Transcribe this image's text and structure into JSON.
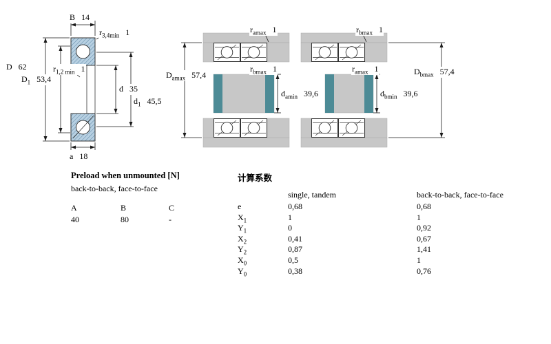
{
  "colors": {
    "bearing_ring_fill": "#b7d0e2",
    "hatch_line": "#5f87a5",
    "housing_gray": "#c7c7c7",
    "spacer_teal": "#4d8b96"
  },
  "single_bearing": {
    "dims": {
      "B": {
        "base": "B",
        "sub": "",
        "value": "14"
      },
      "r34": {
        "base": "r",
        "sub": "3,4min",
        "value": "1"
      },
      "D": {
        "base": "D",
        "sub": "",
        "value": "62"
      },
      "D1": {
        "base": "D",
        "sub": "1",
        "value": "53,4"
      },
      "r12": {
        "base": "r",
        "sub": "1,2 min",
        "value": "1"
      },
      "d": {
        "base": "d",
        "sub": "",
        "value": "35"
      },
      "d1": {
        "base": "d",
        "sub": "1",
        "value": "45,5"
      },
      "a": {
        "base": "a",
        "sub": "",
        "value": "18"
      }
    }
  },
  "arrangement1": {
    "dims": {
      "ramax": {
        "base": "r",
        "sub": "amax",
        "value": "1"
      },
      "Damax": {
        "base": "D",
        "sub": "amax",
        "value": "57,4"
      },
      "rbmax": {
        "base": "r",
        "sub": "bmax",
        "value": "1"
      },
      "damin": {
        "base": "d",
        "sub": "amin",
        "value": "39,6"
      }
    }
  },
  "arrangement2": {
    "dims": {
      "rbmax": {
        "base": "r",
        "sub": "bmax",
        "value": "1"
      },
      "ramax": {
        "base": "r",
        "sub": "amax",
        "value": "1"
      },
      "Dbmax": {
        "base": "D",
        "sub": "bmax",
        "value": "57,4"
      },
      "dbmin": {
        "base": "d",
        "sub": "bmin",
        "value": "39,6"
      }
    }
  },
  "preload_table": {
    "title": "Preload when unmounted [N]",
    "subtitle": "back-to-back, face-to-face",
    "columns": [
      "A",
      "B",
      "C"
    ],
    "values": [
      "40",
      "80",
      "-"
    ]
  },
  "factors_table": {
    "title": "计算系数",
    "col_single": "single, tandem",
    "col_paired": "back-to-back, face-to-face",
    "rows": [
      {
        "base": "e",
        "sub": "",
        "single": "0,68",
        "paired": "0,68"
      },
      {
        "base": "X",
        "sub": "1",
        "single": "1",
        "paired": "1"
      },
      {
        "base": "Y",
        "sub": "1",
        "single": "0",
        "paired": "0,92"
      },
      {
        "base": "X",
        "sub": "2",
        "single": "0,41",
        "paired": "0,67"
      },
      {
        "base": "Y",
        "sub": "2",
        "single": "0,87",
        "paired": "1,41"
      },
      {
        "base": "X",
        "sub": "0",
        "single": "0,5",
        "paired": "1"
      },
      {
        "base": "Y",
        "sub": "0",
        "single": "0,38",
        "paired": "0,76"
      }
    ]
  }
}
